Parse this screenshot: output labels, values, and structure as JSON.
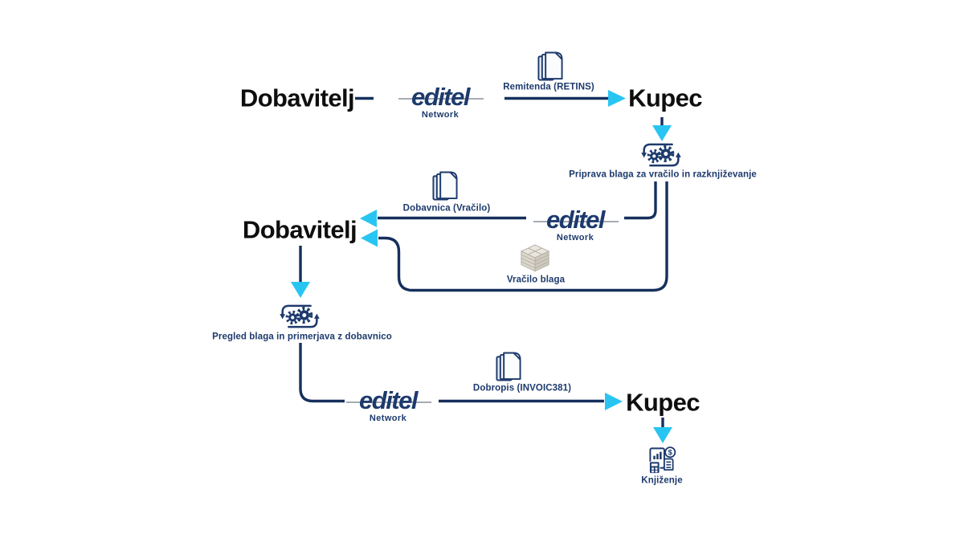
{
  "colors": {
    "background": "#ffffff",
    "brand_navy": "#1d3a6d",
    "connector_navy": "#16305c",
    "accent_cyan": "#29c5f2",
    "heading_black": "#0e0e0e",
    "logo_strike_gray": "#a6abb4",
    "pallet_gray": "#d9d4ca"
  },
  "actors": {
    "supplier_top": "Dobavitelj",
    "buyer_top": "Kupec",
    "supplier_mid": "Dobavitelj",
    "buyer_bottom": "Kupec"
  },
  "network": {
    "brand": "editel",
    "label": "Network"
  },
  "flows": {
    "retins": {
      "from": "Dobavitelj",
      "to": "Kupec",
      "via": "editel Network",
      "label": "Remitenda (RETINS)"
    },
    "return_delivery_note": {
      "from": "Kupec",
      "to": "Dobavitelj",
      "via": "editel Network",
      "label": "Dobavnica (Vračilo)"
    },
    "goods_return": {
      "from": "Kupec",
      "to": "Dobavitelj",
      "label": "Vračilo blaga"
    },
    "credit_note": {
      "from": "Dobavitelj",
      "to": "Kupec",
      "via": "editel Network",
      "label": "Dobropis (INVOIC381)"
    }
  },
  "processes": {
    "prepare_return": {
      "actor": "Kupec",
      "label": "Priprava blaga za vračilo in razknjiževanje"
    },
    "goods_inspection": {
      "actor": "Dobavitelj",
      "label": "Pregled blaga in primerjava z dobavnico"
    },
    "posting": {
      "actor": "Kupec",
      "label": "Knjiženje"
    }
  }
}
